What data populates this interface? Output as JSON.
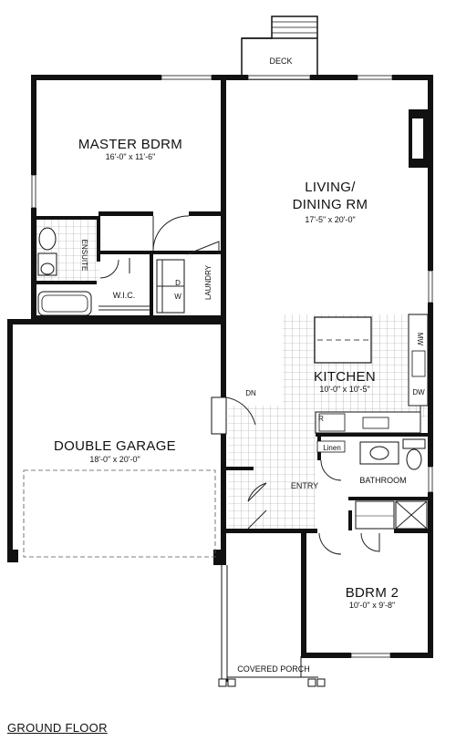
{
  "plan_title": "GROUND FLOOR",
  "rooms": {
    "master": {
      "name": "MASTER BDRM",
      "dims": "16'-0\" x 11'-6\""
    },
    "living": {
      "name_line1": "LIVING/",
      "name_line2": "DINING RM",
      "dims": "17'-5\" x 20'-0\""
    },
    "kitchen": {
      "name": "KITCHEN",
      "dims": "10'-0\" x 10'-5\""
    },
    "garage": {
      "name": "DOUBLE GARAGE",
      "dims": "18'-0\" x 20'-0\""
    },
    "bdrm2": {
      "name": "BDRM 2",
      "dims": "10'-0\" x 9'-8\""
    }
  },
  "labels": {
    "deck": "DECK",
    "ensuite": "ENSUITE",
    "wic": "W.I.C.",
    "laundry": "LAUNDRY",
    "washer": "W",
    "dryer": "D",
    "dn": "DN",
    "entry": "ENTRY",
    "bathroom": "BATHROOM",
    "linen": "Linen",
    "covered_porch": "COVERED PORCH",
    "mw": "MW",
    "dw": "DW",
    "range": "R"
  }
}
